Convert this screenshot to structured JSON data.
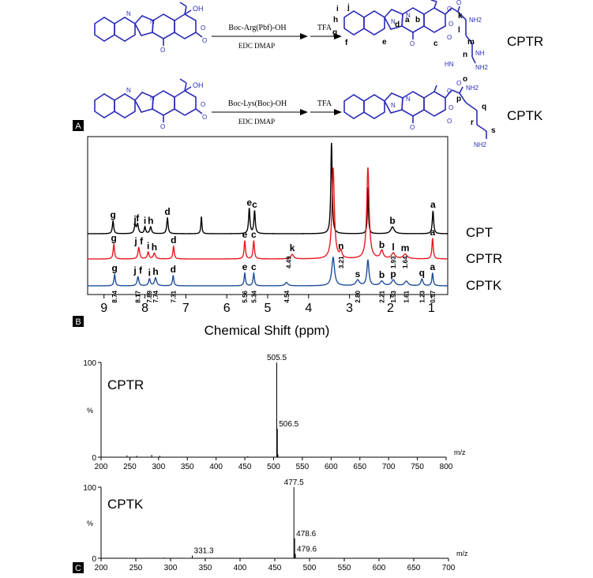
{
  "panels": {
    "A": {
      "label": "A",
      "reactions": [
        {
          "reagent": "Boc-Arg(Pbf)-OH",
          "conditions": "EDC DMAP",
          "second_step": "TFA",
          "product": "CPTR",
          "structure_letters": [
            "i",
            "j",
            "h",
            "g",
            "f",
            "e",
            "d",
            "a",
            "b",
            "c",
            "k",
            "l",
            "m",
            "n"
          ],
          "atom_labels": [
            "OH",
            "N",
            "N",
            "O",
            "O",
            "O",
            "O",
            "O",
            "NH2",
            "NH",
            "HN",
            "NH2"
          ]
        },
        {
          "reagent": "Boc-Lys(Boc)-OH",
          "conditions": "EDC DMAP",
          "second_step": "TFA",
          "product": "CPTK",
          "structure_letters": [
            "o",
            "p",
            "q",
            "r",
            "s"
          ],
          "atom_labels": [
            "OH",
            "N",
            "N",
            "O",
            "O",
            "O",
            "O",
            "O",
            "NH2",
            "NH2"
          ]
        }
      ]
    },
    "B": {
      "label": "B"
    },
    "C": {
      "label": "C"
    }
  },
  "chart_data": [
    {
      "type": "line",
      "panel": "B",
      "xlabel": "Chemical Shift (ppm)",
      "xlim": [
        9.4,
        0.6
      ],
      "xticks": [
        9,
        8,
        7,
        6,
        5,
        4,
        3,
        2,
        1
      ],
      "series": [
        {
          "name": "CPT",
          "color": "#000000",
          "peaks": [
            {
              "x": 8.78,
              "h": 0.22,
              "w": 0.02,
              "label": "g"
            },
            {
              "x": 8.24,
              "h": 0.14,
              "w": 0.025,
              "label": "j"
            },
            {
              "x": 8.18,
              "h": 0.16,
              "w": 0.025,
              "label": "f"
            },
            {
              "x": 8.0,
              "h": 0.12,
              "w": 0.02,
              "label": "i"
            },
            {
              "x": 7.86,
              "h": 0.12,
              "w": 0.025,
              "label": "h"
            },
            {
              "x": 7.45,
              "h": 0.28,
              "w": 0.02,
              "label": "d"
            },
            {
              "x": 6.62,
              "h": 0.3,
              "w": 0.015,
              "label": ""
            },
            {
              "x": 5.45,
              "h": 0.44,
              "w": 0.02,
              "label": "e"
            },
            {
              "x": 5.32,
              "h": 0.4,
              "w": 0.02,
              "label": "c"
            },
            {
              "x": 3.44,
              "h": 1.6,
              "w": 0.02,
              "label": ""
            },
            {
              "x": 2.55,
              "h": 0.82,
              "w": 0.015,
              "label": ""
            },
            {
              "x": 1.95,
              "h": 0.12,
              "w": 0.05,
              "label": "b"
            },
            {
              "x": 0.96,
              "h": 0.4,
              "w": 0.02,
              "label": "a"
            }
          ]
        },
        {
          "name": "CPTR",
          "color": "#e8191e",
          "peaks": [
            {
              "x": 8.76,
              "h": 0.26,
              "w": 0.02,
              "label": "g"
            },
            {
              "x": 8.15,
              "h": 0.2,
              "w": 0.025,
              "label": "j f"
            },
            {
              "x": 7.92,
              "h": 0.12,
              "w": 0.025,
              "label": "i"
            },
            {
              "x": 7.77,
              "h": 0.1,
              "w": 0.03,
              "label": "h"
            },
            {
              "x": 7.3,
              "h": 0.22,
              "w": 0.02,
              "label": "d"
            },
            {
              "x": 5.56,
              "h": 0.32,
              "w": 0.02,
              "label": "e"
            },
            {
              "x": 5.34,
              "h": 0.32,
              "w": 0.02,
              "label": "c"
            },
            {
              "x": 4.4,
              "h": 0.08,
              "w": 0.04,
              "label": "k"
            },
            {
              "x": 3.4,
              "h": 1.6,
              "w": 0.035,
              "label": ""
            },
            {
              "x": 3.21,
              "h": 0.12,
              "w": 0.03,
              "label": "n"
            },
            {
              "x": 2.55,
              "h": 1.6,
              "w": 0.035,
              "label": ""
            },
            {
              "x": 2.21,
              "h": 0.14,
              "w": 0.04,
              "label": "b"
            },
            {
              "x": 1.93,
              "h": 0.1,
              "w": 0.05,
              "label": "l"
            },
            {
              "x": 1.64,
              "h": 0.08,
              "w": 0.06,
              "label": "m"
            },
            {
              "x": 0.97,
              "h": 0.36,
              "w": 0.02,
              "label": "a"
            }
          ]
        },
        {
          "name": "CPTK",
          "color": "#1f4e9c",
          "peaks": [
            {
              "x": 8.74,
              "h": 0.2,
              "w": 0.02,
              "label": "g"
            },
            {
              "x": 8.17,
              "h": 0.16,
              "w": 0.025,
              "label": "j f"
            },
            {
              "x": 7.89,
              "h": 0.12,
              "w": 0.025,
              "label": "i"
            },
            {
              "x": 7.74,
              "h": 0.14,
              "w": 0.03,
              "label": "h"
            },
            {
              "x": 7.31,
              "h": 0.18,
              "w": 0.02,
              "label": "d"
            },
            {
              "x": 5.56,
              "h": 0.22,
              "w": 0.02,
              "label": "e"
            },
            {
              "x": 5.34,
              "h": 0.22,
              "w": 0.02,
              "label": "c"
            },
            {
              "x": 4.54,
              "h": 0.06,
              "w": 0.04,
              "label": ""
            },
            {
              "x": 3.4,
              "h": 0.5,
              "w": 0.04,
              "label": ""
            },
            {
              "x": 2.8,
              "h": 0.1,
              "w": 0.05,
              "label": "s"
            },
            {
              "x": 2.55,
              "h": 0.45,
              "w": 0.03,
              "label": ""
            },
            {
              "x": 2.21,
              "h": 0.08,
              "w": 0.05,
              "label": "b"
            },
            {
              "x": 1.93,
              "h": 0.1,
              "w": 0.05,
              "label": "p"
            },
            {
              "x": 1.61,
              "h": 0.08,
              "w": 0.05,
              "label": ""
            },
            {
              "x": 1.23,
              "h": 0.12,
              "w": 0.03,
              "label": "q"
            },
            {
              "x": 0.97,
              "h": 0.22,
              "w": 0.02,
              "label": "a"
            }
          ]
        }
      ],
      "cptr_integrals": [
        "4.49",
        "3.21",
        "1.93",
        "1.64"
      ],
      "cptk_shift_labels": [
        "8.74",
        "8.17",
        "7.89",
        "7.74",
        "7.31",
        "5.56",
        "5.34",
        "4.54",
        "2.80",
        "2.21",
        "1.93",
        "1.61",
        "1.23",
        "0.97"
      ]
    },
    {
      "type": "bar",
      "panel": "C-top",
      "label": "CPTR",
      "xlabel": "m/z",
      "ylabel": "%",
      "xlim": [
        200,
        800
      ],
      "ylim": [
        0,
        100
      ],
      "xticks": [
        200,
        250,
        300,
        350,
        400,
        450,
        500,
        550,
        600,
        650,
        700,
        750,
        800
      ],
      "yticks": [
        0,
        100
      ],
      "peaks": [
        {
          "x": 505.5,
          "y": 100,
          "label": "505.5"
        },
        {
          "x": 506.5,
          "y": 30,
          "label": "506.5"
        },
        {
          "x": 507.5,
          "y": 3,
          "label": ""
        },
        {
          "x": 245,
          "y": 2,
          "label": ""
        },
        {
          "x": 262,
          "y": 1.5,
          "label": ""
        },
        {
          "x": 288,
          "y": 2.5,
          "label": ""
        },
        {
          "x": 302,
          "y": 1.5,
          "label": ""
        },
        {
          "x": 455,
          "y": 1,
          "label": ""
        }
      ]
    },
    {
      "type": "bar",
      "panel": "C-bottom",
      "label": "CPTK",
      "xlabel": "m/z",
      "ylabel": "%",
      "xlim": [
        200,
        700
      ],
      "ylim": [
        0,
        100
      ],
      "xticks": [
        200,
        250,
        300,
        350,
        400,
        450,
        500,
        550,
        600,
        650,
        700
      ],
      "yticks": [
        0,
        100
      ],
      "peaks": [
        {
          "x": 477.5,
          "y": 100,
          "label": "477.5"
        },
        {
          "x": 478.6,
          "y": 28,
          "label": "478.6"
        },
        {
          "x": 479.6,
          "y": 6,
          "label": "479.6"
        },
        {
          "x": 331.3,
          "y": 4,
          "label": "331.3"
        },
        {
          "x": 290,
          "y": 1,
          "label": ""
        }
      ]
    }
  ]
}
